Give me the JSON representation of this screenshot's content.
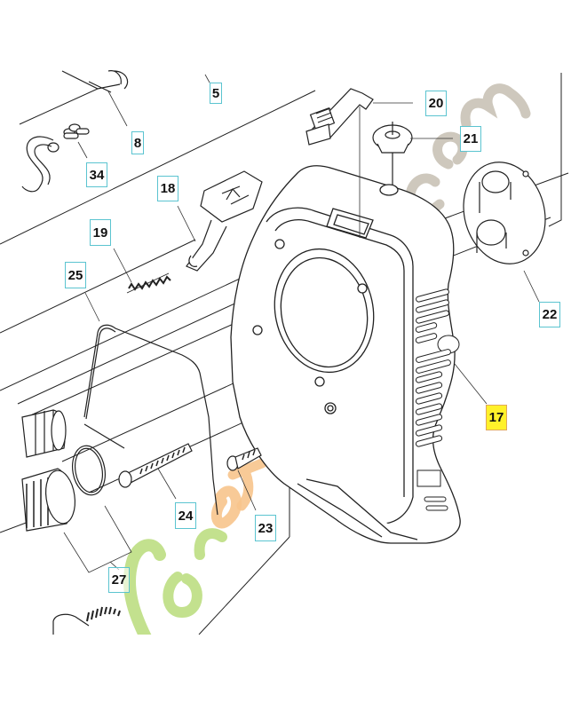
{
  "diagram": {
    "type": "exploded parts diagram",
    "subject": "starter / fan housing assembly",
    "callouts": [
      {
        "id": "5",
        "label": "5",
        "highlighted": false
      },
      {
        "id": "8",
        "label": "8",
        "highlighted": false
      },
      {
        "id": "34",
        "label": "34",
        "highlighted": false
      },
      {
        "id": "18",
        "label": "18",
        "highlighted": false
      },
      {
        "id": "19",
        "label": "19",
        "highlighted": false
      },
      {
        "id": "25",
        "label": "25",
        "highlighted": false
      },
      {
        "id": "20",
        "label": "20",
        "highlighted": false
      },
      {
        "id": "21",
        "label": "21",
        "highlighted": false
      },
      {
        "id": "22",
        "label": "22",
        "highlighted": false
      },
      {
        "id": "17",
        "label": "17",
        "highlighted": true
      },
      {
        "id": "24",
        "label": "24",
        "highlighted": false
      },
      {
        "id": "23",
        "label": "23",
        "highlighted": false
      },
      {
        "id": "27",
        "label": "27",
        "highlighted": false
      }
    ],
    "colors": {
      "callout_border": "#5bc4d0",
      "highlight_fill": "#fff12a",
      "highlight_border": "#e0a85a",
      "line": "#222222"
    }
  },
  "watermark": {
    "text": "foretjardin.com",
    "colors": {
      "green": "#b9dc7a",
      "orange": "#f7c48c",
      "gray": "#c9c2b6"
    }
  }
}
